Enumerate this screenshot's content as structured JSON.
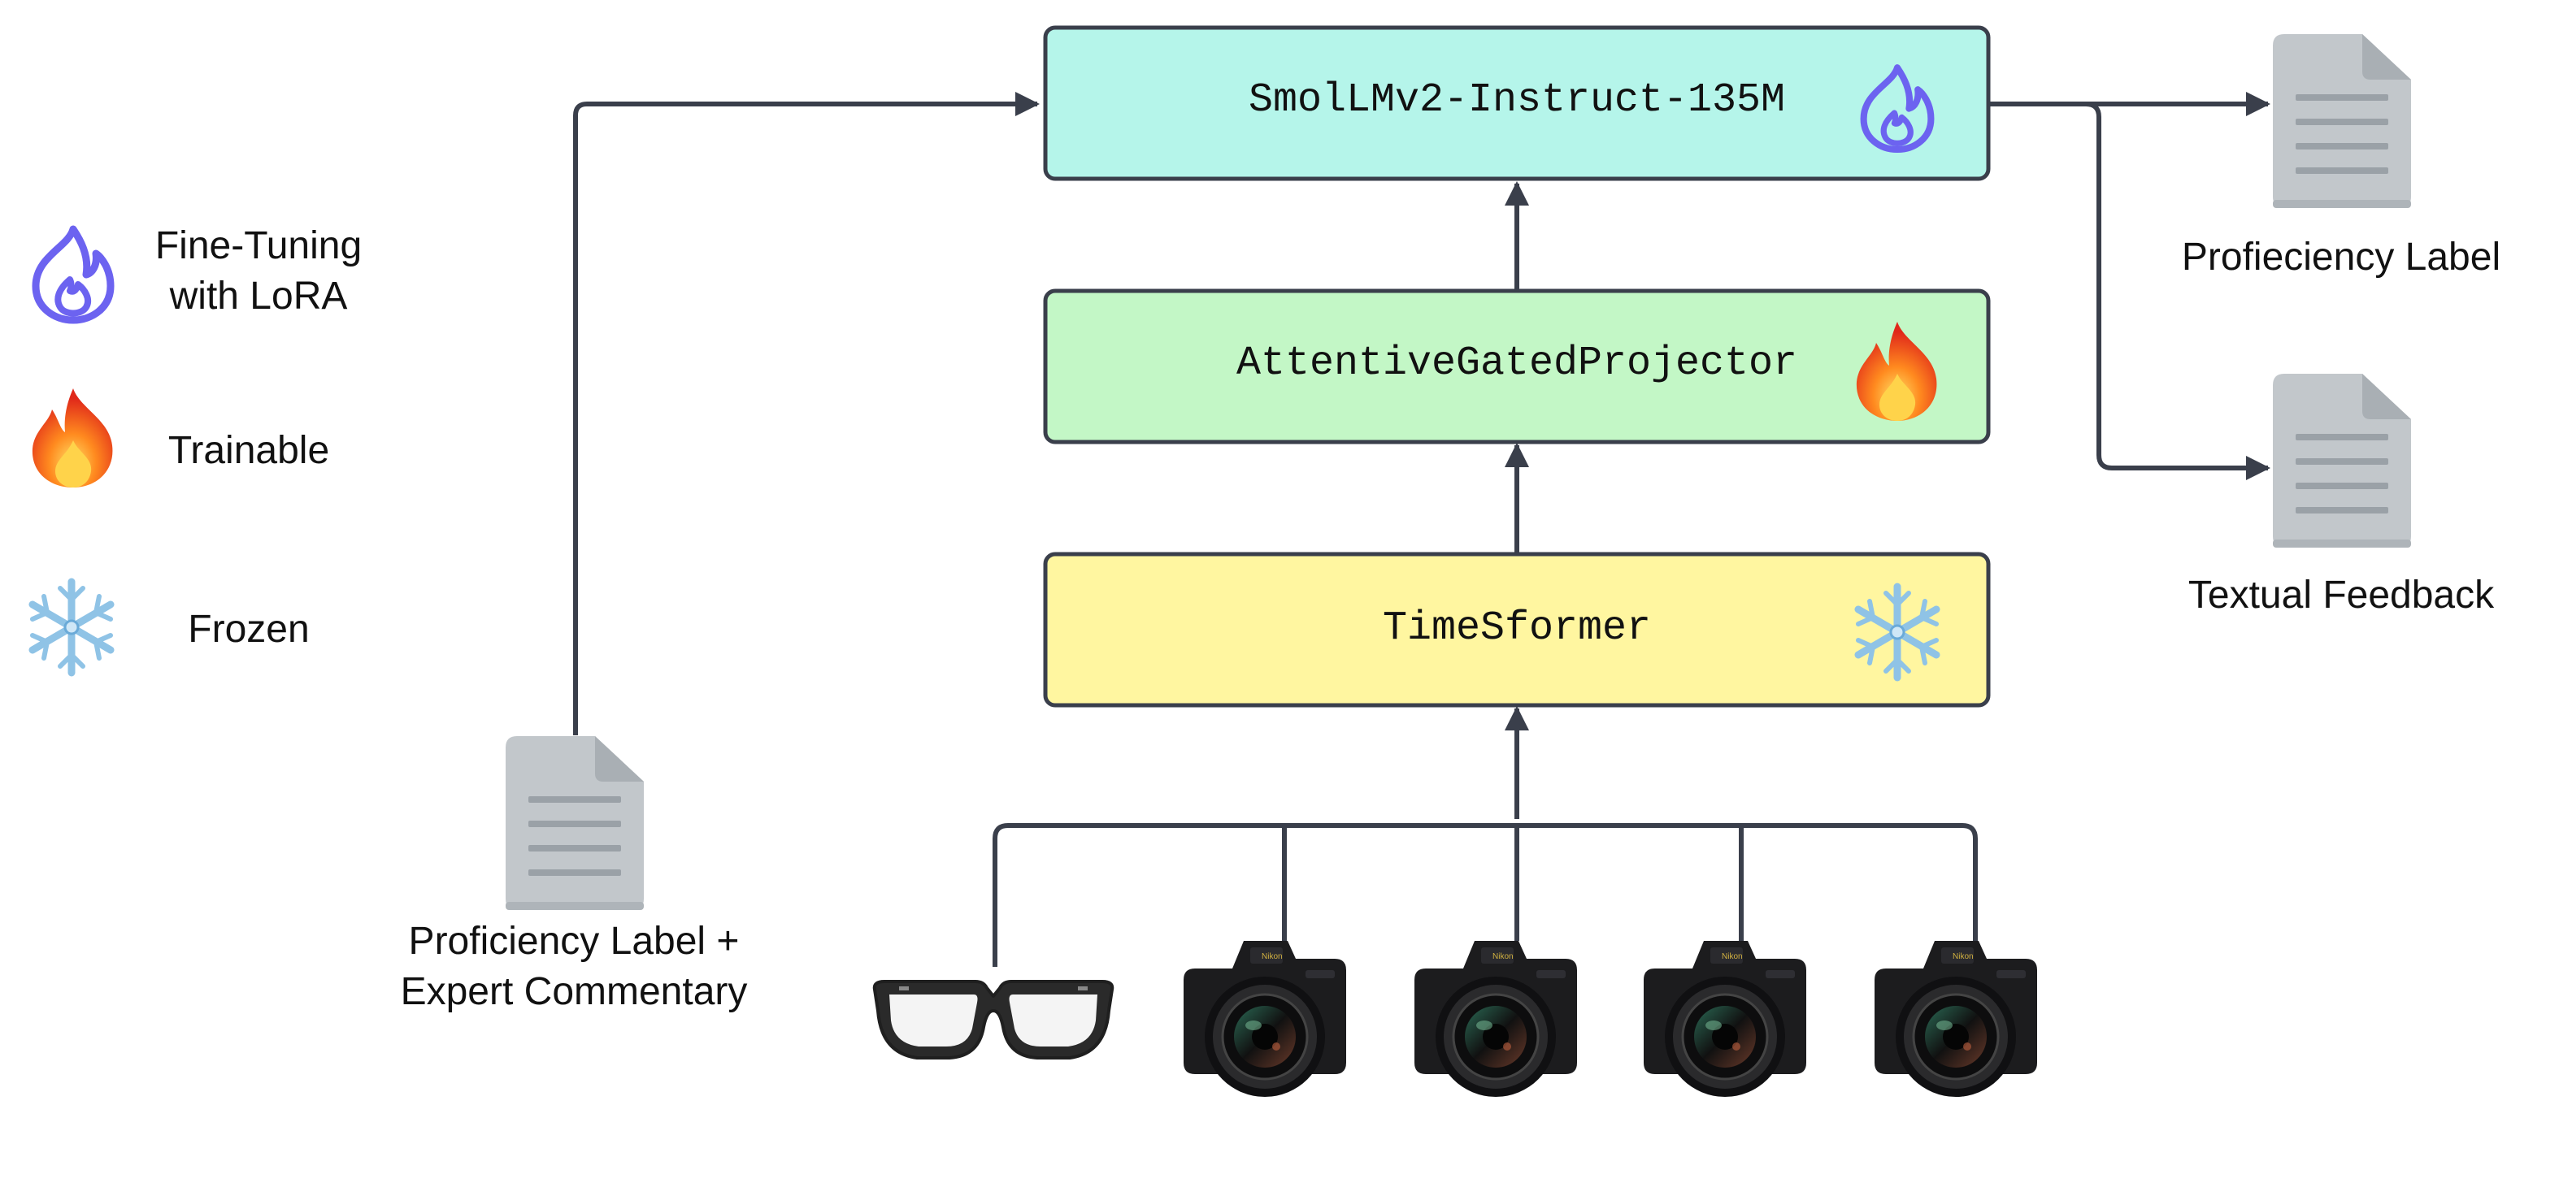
{
  "legend": {
    "lora_label_line1": "Fine-Tuning",
    "lora_label_line2": "with LoRA",
    "trainable_label": "Trainable",
    "frozen_label": "Frozen"
  },
  "blocks": {
    "llm": {
      "label": "SmolLMv2-Instruct-135M",
      "fill": "#b5f5ea",
      "icon": "lora-flame-icon"
    },
    "projector": {
      "label": "AttentiveGatedProjector",
      "fill": "#c3f7c6",
      "icon": "fire-icon"
    },
    "encoder": {
      "label": "TimeSformer",
      "fill": "#fff6a0",
      "icon": "snowflake-icon"
    }
  },
  "inputs": {
    "text_input_line1": "Proficiency Label +",
    "text_input_line2": "Expert Commentary",
    "devices": [
      "eyeglasses-icon",
      "camera-icon",
      "camera-icon",
      "camera-icon",
      "camera-icon"
    ]
  },
  "outputs": {
    "label_output": "Profieciency Label",
    "feedback_output": "Textual Feedback"
  },
  "colors": {
    "stroke": "#3a3f4b",
    "lora_icon": "#6c63f0",
    "document": "#c2c7cb",
    "document_fold": "#a9afb4",
    "document_lines": "#9aa1a7"
  }
}
